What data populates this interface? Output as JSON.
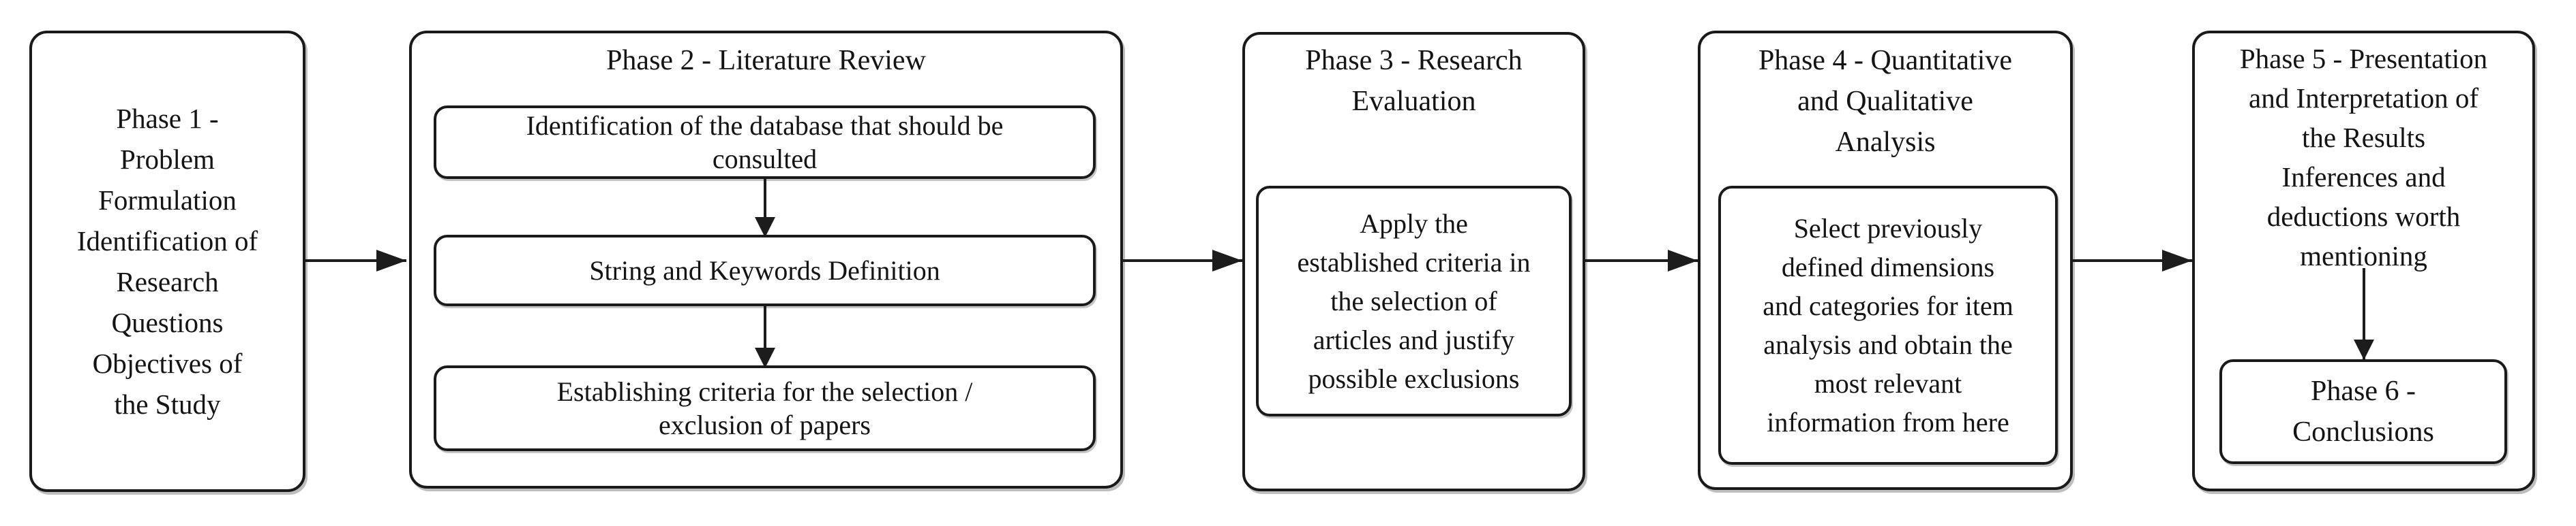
{
  "diagram": {
    "background": "#ffffff",
    "border_color": "#1a1a1a",
    "text_color": "#141414",
    "arrow_color": "#1c1c1c",
    "phase1": {
      "title": "Phase 1 - Problem Formulation Identification of Research Questions Objectives of the Study",
      "lines": [
        "Phase 1 -",
        "Problem",
        "Formulation",
        "Identification of",
        "Research",
        "Questions",
        "Objectives of",
        "the Study"
      ]
    },
    "phase2": {
      "title": "Phase 2 - Literature Review",
      "steps": [
        {
          "label": "Identification of the database that should be consulted",
          "lines": [
            "Identification of the database that should be",
            "consulted"
          ]
        },
        {
          "label": "String and Keywords Definition",
          "lines": [
            "String and Keywords Definition"
          ]
        },
        {
          "label": "Establishing criteria for the selection / exclusion of papers",
          "lines": [
            "Establishing criteria for the selection /",
            "exclusion of papers"
          ]
        }
      ]
    },
    "phase3": {
      "title": "Phase 3 - Research Evaluation",
      "title_lines": [
        "Phase 3 - Research",
        "Evaluation"
      ],
      "body": "Apply the established criteria in the selection of articles and justify possible exclusions",
      "body_lines": [
        "Apply the",
        "established criteria in",
        "the selection of",
        "articles and justify",
        "possible exclusions"
      ]
    },
    "phase4": {
      "title": "Phase 4 - Quantitative and Qualitative Analysis",
      "title_lines": [
        "Phase 4 - Quantitative",
        "and Qualitative",
        "Analysis"
      ],
      "body": "Select previously defined dimensions and categories for item analysis and obtain the most relevant information from here",
      "body_lines": [
        "Select previously",
        "defined dimensions",
        "and categories for item",
        "analysis and obtain the",
        "most relevant",
        "information from here"
      ]
    },
    "phase5": {
      "title": "Phase 5 - Presentation and Interpretation of the Results Inferences and deductions worth mentioning",
      "title_lines": [
        "Phase 5 - Presentation",
        "and Interpretation of",
        "the Results",
        "Inferences and",
        "deductions worth",
        "mentioning"
      ],
      "sub_title": "Phase 6 - Conclusions",
      "sub_lines": [
        "Phase 6 -",
        "Conclusions"
      ]
    }
  }
}
